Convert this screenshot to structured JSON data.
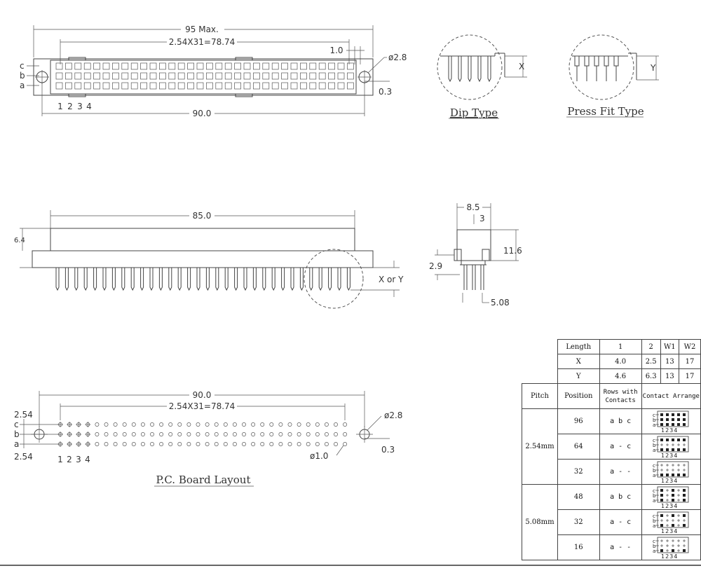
{
  "top_view": {
    "dim_95": "95 Max.",
    "dim_pitch": "2.54X31=78.74",
    "dim_1": "1.0",
    "dim_dia": "ø2.8",
    "dim_03": "0.3",
    "dim_90": "90.0",
    "row_c": "c",
    "row_b": "b",
    "row_a": "a",
    "pins": [
      "1",
      "2",
      "3",
      "4"
    ]
  },
  "dip": {
    "title": "Dip Type",
    "x_label": "X"
  },
  "press": {
    "title": "Press Fit Type",
    "y_label": "Y"
  },
  "side_view": {
    "dim_85": "85.0",
    "dim_64": "6.4",
    "xy_label": "X or Y"
  },
  "end_view": {
    "dim_85": "8.5",
    "dim_3": "3",
    "dim_116": "11.6",
    "dim_29": "2.9",
    "dim_508": "5.08"
  },
  "pcb": {
    "title": "P.C. Board Layout",
    "dim_90": "90.0",
    "dim_pitch": "2.54X31=78.74",
    "dim_254_top": "2.54",
    "dim_254_bot": "2.54",
    "dim_dia": "ø2.8",
    "dim_03": "0.3",
    "dim_hole": "ø1.0",
    "row_c": "c",
    "row_b": "b",
    "row_a": "a",
    "pins": [
      "1",
      "2",
      "3",
      "4"
    ]
  },
  "table": {
    "length_header": [
      "Length",
      "1",
      "2",
      "W1",
      "W2"
    ],
    "length_rows": [
      [
        "X",
        "4.0",
        "2.5",
        "13",
        "17"
      ],
      [
        "Y",
        "4.6",
        "6.3",
        "13",
        "17"
      ]
    ],
    "main_header": [
      "Pitch",
      "Position",
      "Rows with Contacts",
      "Contact Arrange"
    ],
    "groups": [
      {
        "pitch": "2.54mm",
        "rows": [
          {
            "position": "96",
            "contacts": "a b c",
            "pattern": [
              "full",
              "full",
              "full"
            ]
          },
          {
            "position": "64",
            "contacts": "a - c",
            "pattern": [
              "full",
              "open",
              "full"
            ]
          },
          {
            "position": "32",
            "contacts": "a - -",
            "pattern": [
              "open",
              "open",
              "full"
            ]
          }
        ]
      },
      {
        "pitch": "5.08mm",
        "rows": [
          {
            "position": "48",
            "contacts": "a b c",
            "pattern": [
              "alt",
              "alt",
              "alt"
            ]
          },
          {
            "position": "32",
            "contacts": "a - c",
            "pattern": [
              "alt",
              "open",
              "alt"
            ]
          },
          {
            "position": "16",
            "contacts": "a - -",
            "pattern": [
              "open",
              "open",
              "alt"
            ]
          }
        ]
      }
    ],
    "arrange_rows": [
      "c",
      "b",
      "a"
    ],
    "arrange_cols": "1234"
  }
}
